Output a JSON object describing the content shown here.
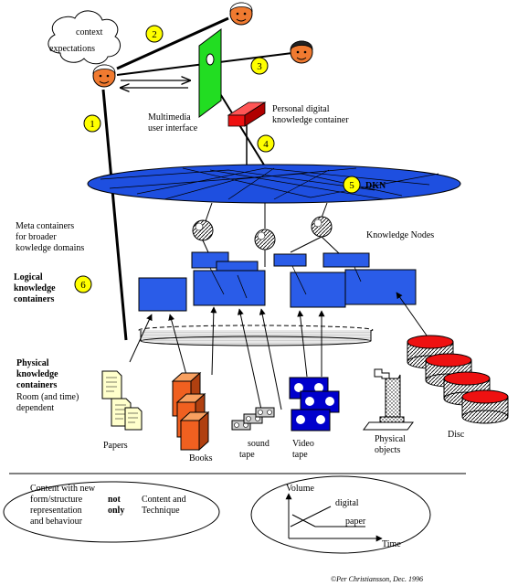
{
  "labels": {
    "context": "context",
    "expectations": "expectations",
    "multimedia_ui_1": "Multimedia",
    "multimedia_ui_2": "user interface",
    "personal_container_1": "Personal digital",
    "personal_container_2": "knowledge container",
    "dkn": "DKN",
    "meta_1": "Meta containers",
    "meta_2": "for broader",
    "meta_3": "kowledge domains",
    "knowledge_nodes": "Knowledge Nodes",
    "logical_1": "Logical",
    "logical_2": "knowledge",
    "logical_3": "containers",
    "physical_1": "Physical",
    "physical_2": "knowledge",
    "physical_3": "containers",
    "room_1": "Room (and time)",
    "room_2": "dependent",
    "papers": "Papers",
    "books": "Books",
    "sound_1": "sound",
    "sound_2": "tape",
    "video_1": "Video",
    "video_2": "tape",
    "physobj_1": "Physical",
    "physobj_2": "objects",
    "disc": "Disc"
  },
  "badges": [
    "1",
    "2",
    "3",
    "4",
    "5",
    "6"
  ],
  "legend_left": {
    "line1": "Content with new",
    "line2": "form/structure",
    "line3": "representation",
    "line4": "and behaviour",
    "not": "not",
    "only": "only",
    "ct_1": "Content and",
    "ct_2": "Technique"
  },
  "legend_right": {
    "volume": "Volume",
    "digital": "digital",
    "paper": "paper",
    "time": "Time"
  },
  "copyright": "©Per Christiansson, Dec. 1996",
  "colors": {
    "dkn_fill": "#1e4fe0",
    "box_fill": "#2a5ce8",
    "interface_green": "#22dd22",
    "personal_red": "#ee1111",
    "badge_yellow": "#ffff00",
    "book_orange": "#f06020",
    "disc_red": "#ee1111"
  }
}
